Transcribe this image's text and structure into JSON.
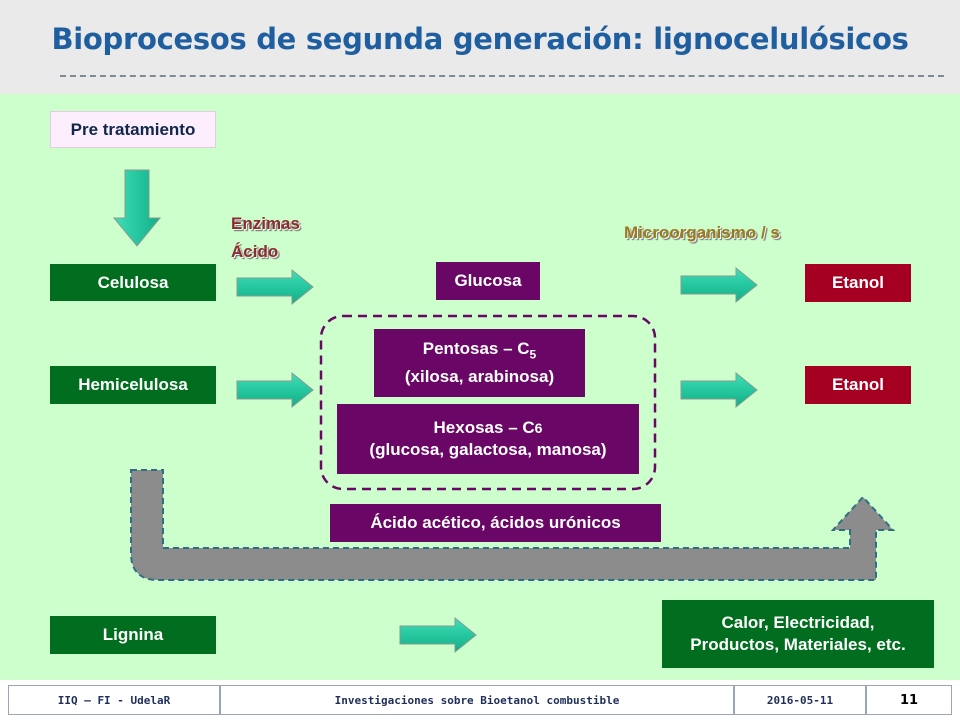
{
  "title": "Bioprocesos de segunda generación: lignocelulósicos",
  "boxes": {
    "pretratamiento": "Pre tratamiento",
    "celulosa": "Celulosa",
    "hemicelulosa": "Hemicelulosa",
    "lignina": "Lignina",
    "glucosa": "Glucosa",
    "pentosas_line1_pre": "Pentosas – C",
    "pentosas_sub": "5",
    "pentosas_line2": "(xilosa, arabinosa)",
    "hexosas_line1_pre": "Hexosas  – C",
    "hexosas_sub": "6",
    "hexosas_line2": "(glucosa,  galactosa, manosa)",
    "acido_acetico": "Ácido acético,  ácidos urónicos",
    "etanol_1": "Etanol",
    "etanol_2": "Etanol",
    "calor_line1": "Calor, Electricidad,",
    "calor_line2": "Productos, Materiales, etc."
  },
  "labels": {
    "enzimas": "Enzimas",
    "acido": "Ácido",
    "microorganismo": "Microorganismo / s"
  },
  "footer": {
    "institution": "IIQ – FI - UdelaR",
    "topic": "Investigaciones sobre Bioetanol combustible",
    "date": "2016-05-11",
    "page": "11"
  },
  "colors": {
    "title": "#1f5fa0",
    "green_box": "#006e1e",
    "red_box": "#a50021",
    "purple_box": "#6a0666",
    "background": "#ccffcc",
    "arrow_fill": "#1ec9a0",
    "recycle_arrow": "#8c8c8c",
    "dashed_group": "#6a0666"
  }
}
